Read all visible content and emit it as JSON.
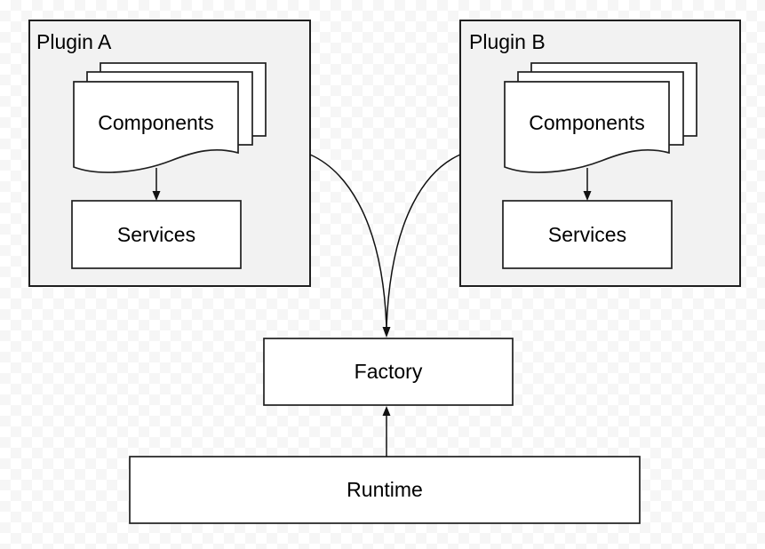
{
  "colors": {
    "container_fill": "#f2f2f2",
    "node_fill": "#ffffff",
    "stroke": "#1a1a1a",
    "text": "#000000",
    "checker_light": "#ffffff",
    "checker_gray": "#f6f6f6"
  },
  "nodes": {
    "plugin_a": {
      "title": "Plugin A",
      "components_label": "Components",
      "services_label": "Services"
    },
    "plugin_b": {
      "title": "Plugin B",
      "components_label": "Components",
      "services_label": "Services"
    },
    "factory": {
      "label": "Factory"
    },
    "runtime": {
      "label": "Runtime"
    }
  },
  "edges": [
    {
      "from": "plugin-a-components",
      "to": "plugin-a-services",
      "style": "straight-arrow-down"
    },
    {
      "from": "plugin-b-components",
      "to": "plugin-b-services",
      "style": "straight-arrow-down"
    },
    {
      "from": "plugin-a",
      "to": "factory",
      "style": "curved-arrow"
    },
    {
      "from": "plugin-b",
      "to": "factory",
      "style": "curved-arrow"
    },
    {
      "from": "runtime",
      "to": "factory",
      "style": "straight-arrow-up"
    }
  ]
}
